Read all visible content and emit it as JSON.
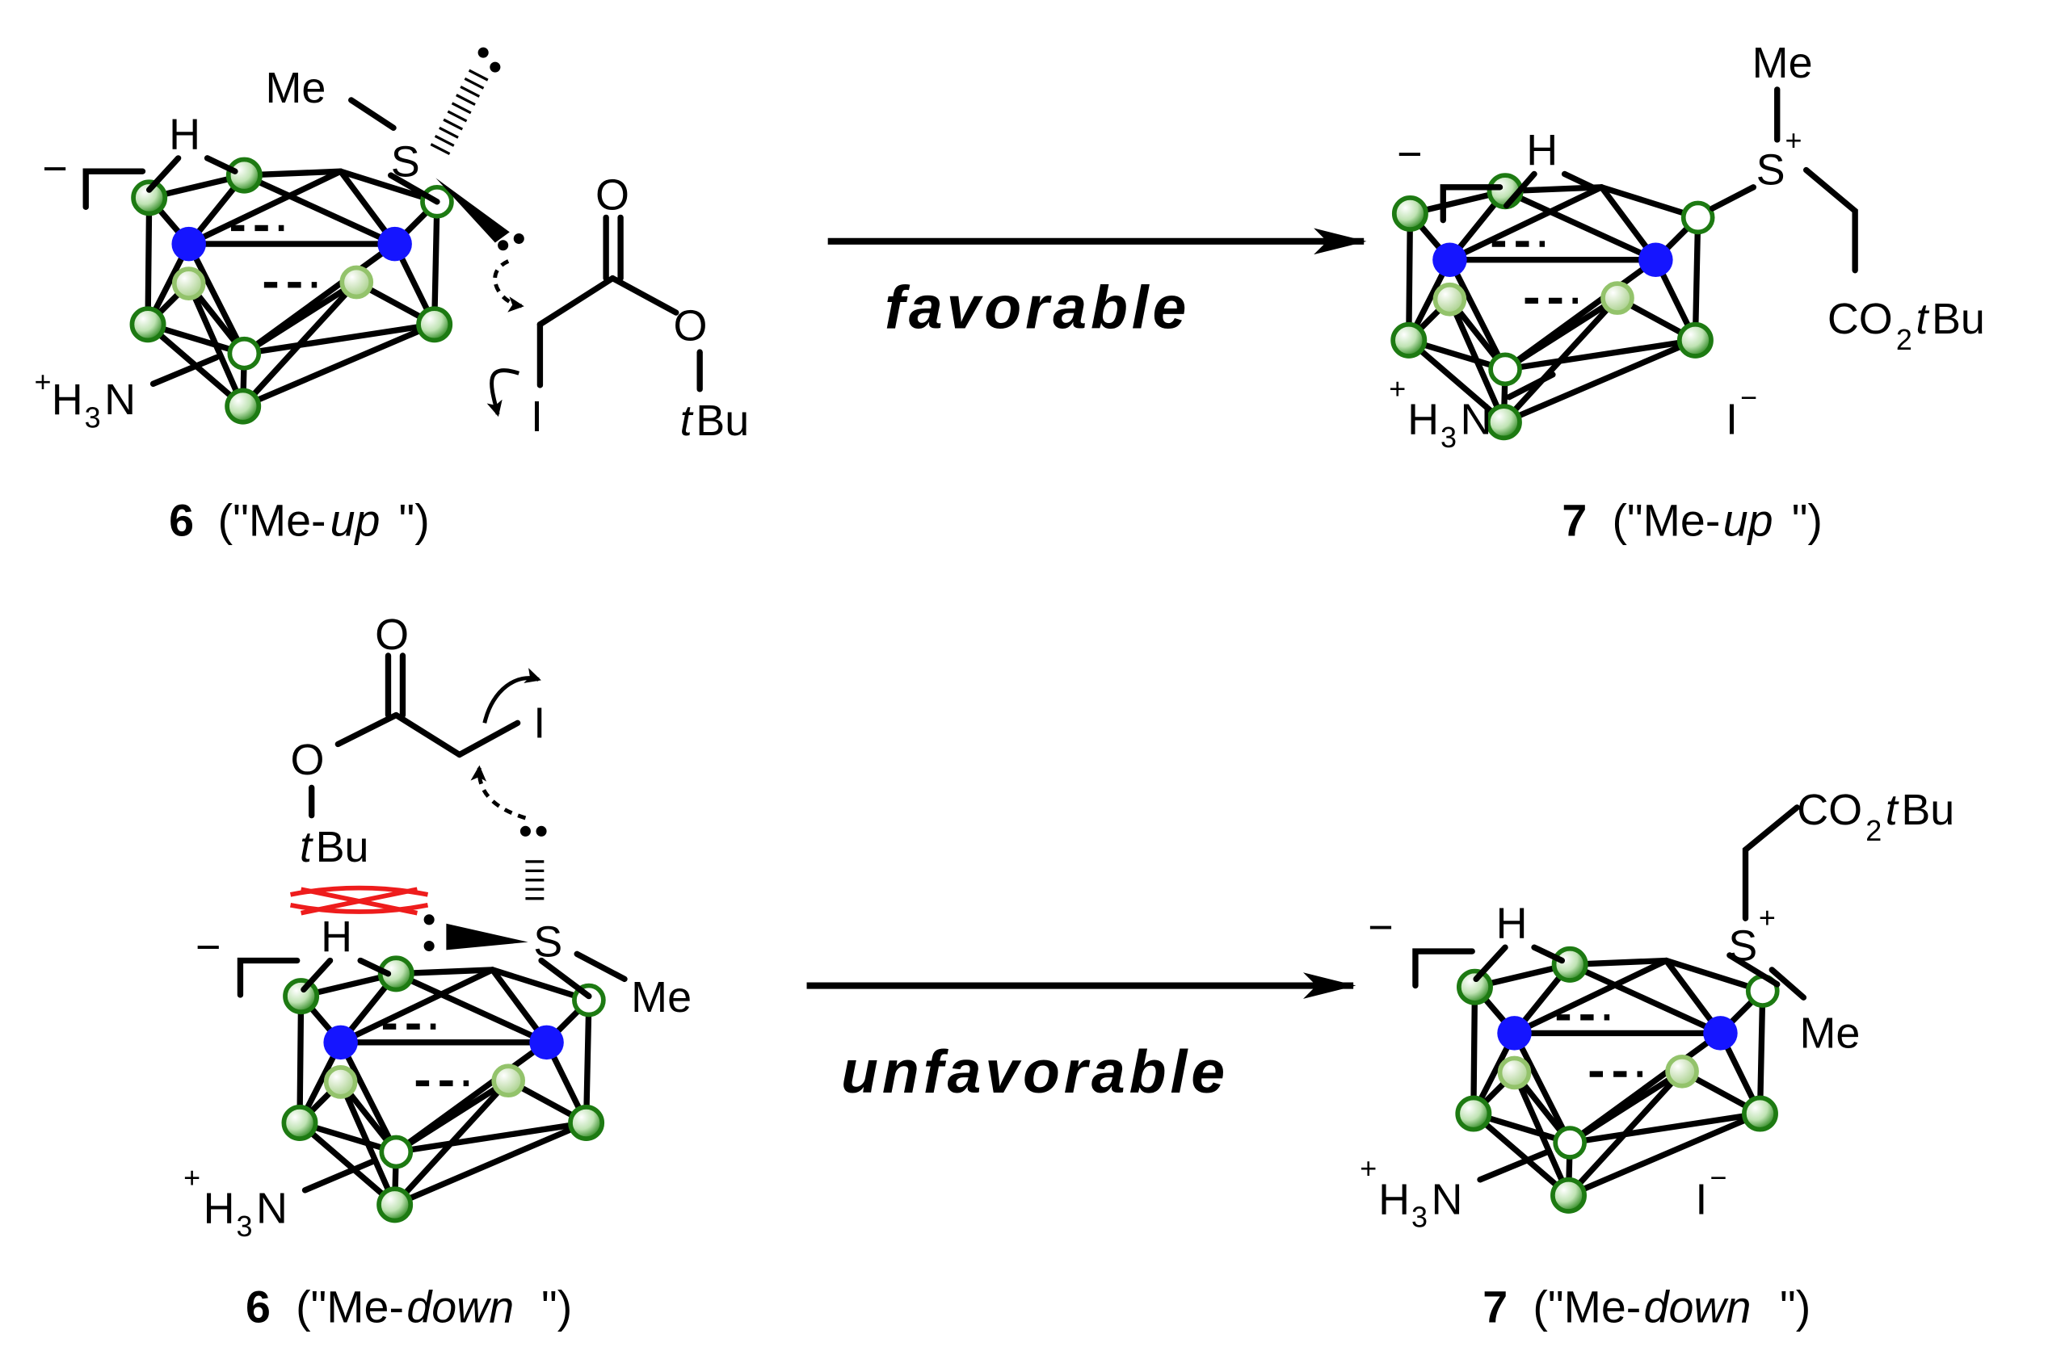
{
  "colors": {
    "favorable": "#1515e8",
    "unfavorable": "#ee1c1c",
    "boron": "#1d7a12",
    "boron_light": "#9ccc65",
    "carbon": "#1515ff",
    "clash": "#ee1c1c"
  },
  "reactions": [
    {
      "id": "top",
      "label": "favorable",
      "start": {
        "number": "6",
        "descriptor": "(\"Me-",
        "descriptor_italic": "up",
        "descriptor_end": "\")",
        "groups": {
          "me": "Me",
          "s": "S",
          "h": "H",
          "ammonium": "H",
          "n_sub": "3",
          "n": "N",
          "plus": "+",
          "minus": "−"
        }
      },
      "reagent": {
        "carbonyl_o": "O",
        "ester_o": "O",
        "leaving": "I",
        "tbu_t": "t",
        "tbu_bu": "Bu"
      },
      "product": {
        "number": "7",
        "descriptor": "(\"Me-",
        "descriptor_italic": "up",
        "descriptor_end": "\")",
        "groups": {
          "me": "Me",
          "s": "S",
          "s_charge": "+",
          "ester_co": "CO",
          "ester_sub": "2",
          "ester_t": "t",
          "ester_bu": "Bu",
          "iodide": "I",
          "iodide_charge": "−"
        }
      }
    },
    {
      "id": "bottom",
      "label": "unfavorable",
      "start": {
        "number": "6",
        "descriptor": "(\"Me-",
        "descriptor_italic": "down",
        "descriptor_end": "\")",
        "groups": {
          "me": "Me",
          "s": "S",
          "h": "H",
          "ammonium": "H",
          "n_sub": "3",
          "n": "N",
          "plus": "+",
          "minus": "−"
        }
      },
      "reagent": {
        "carbonyl_o": "O",
        "ester_o": "O",
        "leaving": "I",
        "tbu_t": "t",
        "tbu_bu": "Bu"
      },
      "product": {
        "number": "7",
        "descriptor": "(\"Me-",
        "descriptor_italic": "down",
        "descriptor_end": "\")",
        "groups": {
          "me": "Me",
          "s": "S",
          "s_charge": "+",
          "ester_co": "CO",
          "ester_sub": "2",
          "ester_t": "t",
          "ester_bu": "Bu",
          "iodide": "I",
          "iodide_charge": "−"
        }
      }
    }
  ]
}
